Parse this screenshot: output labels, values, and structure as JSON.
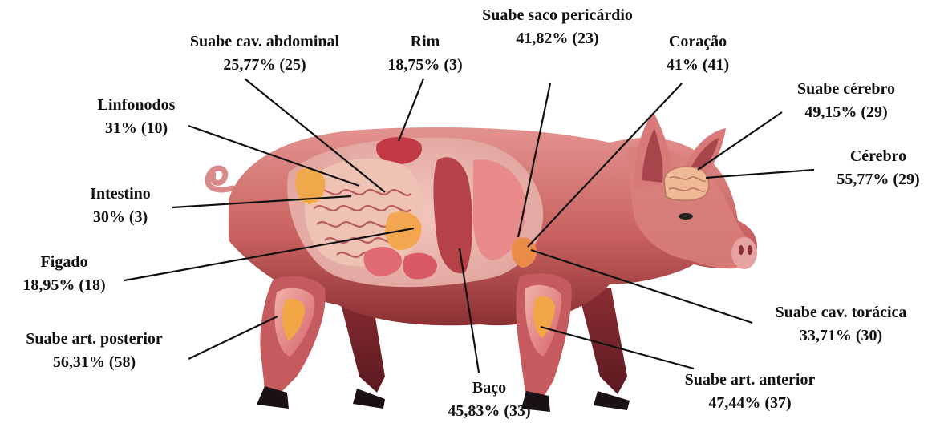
{
  "labels": {
    "abdominal": {
      "name": "Suabe cav. abdominal",
      "value": "25,77% (25)"
    },
    "rim": {
      "name": "Rim",
      "value": "18,75% (3)"
    },
    "pericardio": {
      "name": "Suabe saco pericárdio",
      "value": "41,82% (23)"
    },
    "coracao": {
      "name": "Coração",
      "value": "41% (41)"
    },
    "suabe_cerebro": {
      "name": "Suabe cérebro",
      "value": "49,15% (29)"
    },
    "cerebro": {
      "name": "Cérebro",
      "value": "55,77% (29)"
    },
    "linfonodos": {
      "name": "Linfonodos",
      "value": "31% (10)"
    },
    "intestino": {
      "name": "Intestino",
      "value": "30% (3)"
    },
    "figado": {
      "name": "Figado",
      "value": "18,95% (18)"
    },
    "art_posterior": {
      "name": "Suabe art. posterior",
      "value": "56,31% (58)"
    },
    "baco": {
      "name": "Baço",
      "value": "45,83% (33)"
    },
    "art_anterior": {
      "name": "Suabe art. anterior",
      "value": "47,44% (37)"
    },
    "toracica": {
      "name": "Suabe cav. torácica",
      "value": "33,71% (30)"
    }
  }
}
